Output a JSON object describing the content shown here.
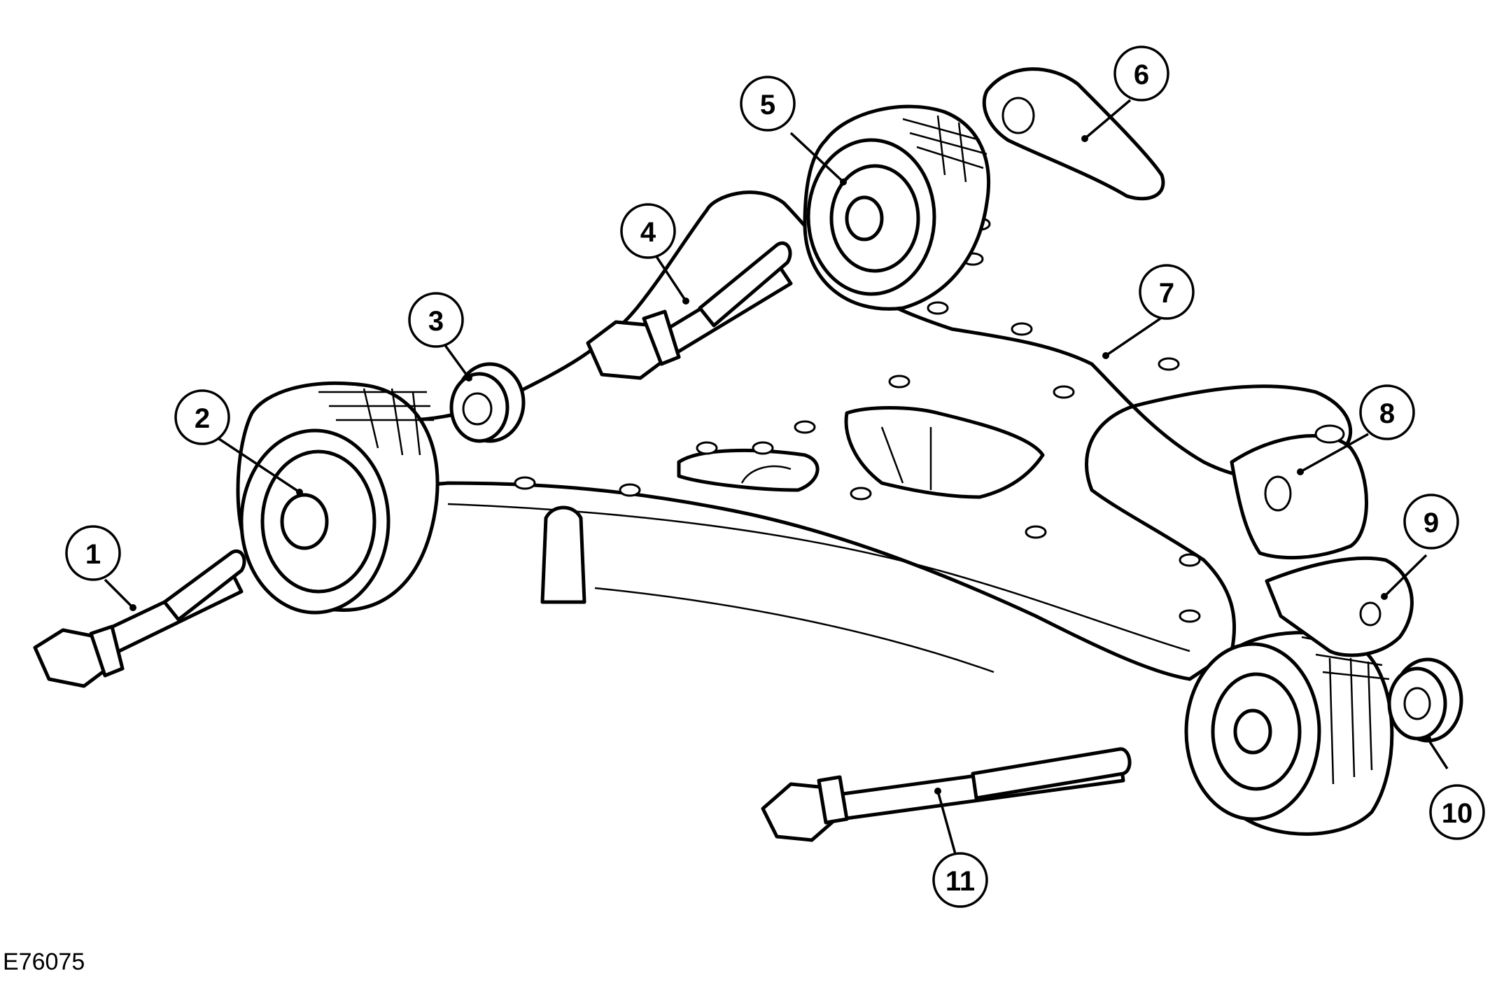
{
  "figure": {
    "id_label": "E76075",
    "callouts": [
      {
        "number": "1"
      },
      {
        "number": "2"
      },
      {
        "number": "3"
      },
      {
        "number": "4"
      },
      {
        "number": "5"
      },
      {
        "number": "6"
      },
      {
        "number": "7"
      },
      {
        "number": "8"
      },
      {
        "number": "9"
      },
      {
        "number": "10"
      },
      {
        "number": "11"
      }
    ]
  }
}
